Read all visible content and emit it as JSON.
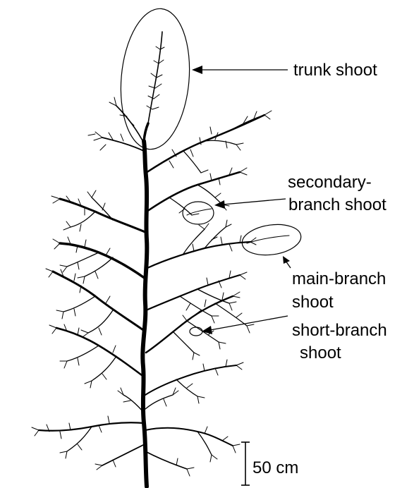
{
  "labels": {
    "trunk_shoot": "trunk shoot",
    "secondary_branch_shoot_line1": "secondary-",
    "secondary_branch_shoot_line2": "branch shoot",
    "main_branch_shoot_line1": "main-branch",
    "main_branch_shoot_line2": "shoot",
    "short_branch_shoot_line1": "short-branch",
    "short_branch_shoot_line2": "shoot"
  },
  "scale_bar": {
    "label": "50 cm"
  },
  "colors": {
    "ink": "#000000",
    "background": "#ffffff"
  }
}
